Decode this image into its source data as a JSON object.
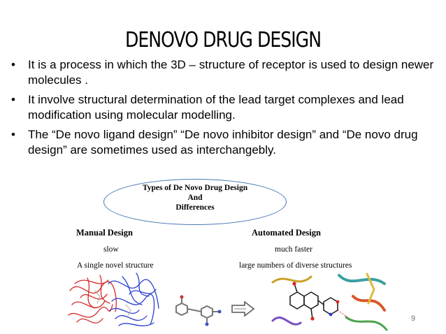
{
  "slide": {
    "title": "DENOVO DRUG DESIGN",
    "bullets": [
      "It is a process in which the 3D – structure of receptor is used to design newer molecules .",
      "It involve structural determination of the lead target complexes and lead modification using molecular modelling.",
      "The “De novo ligand design” “De novo inhibitor design” and “De novo drug design” are sometimes used as interchangebly."
    ],
    "page_number": "9"
  },
  "figure": {
    "oval_lines": [
      "Types of De Novo Drug Design",
      "And",
      "Differences"
    ],
    "manual": {
      "heading": "Manual Design",
      "speed": "slow",
      "output": "A single novel structure"
    },
    "automated": {
      "heading": "Automated Design",
      "speed": "much faster",
      "output": "large numbers of diverse structures"
    },
    "arrow_icon": "right-arrow-icon",
    "colors": {
      "oval_border": "#4a77b4",
      "protein_red": "#d62828",
      "protein_blue": "#2b3fcf"
    }
  }
}
